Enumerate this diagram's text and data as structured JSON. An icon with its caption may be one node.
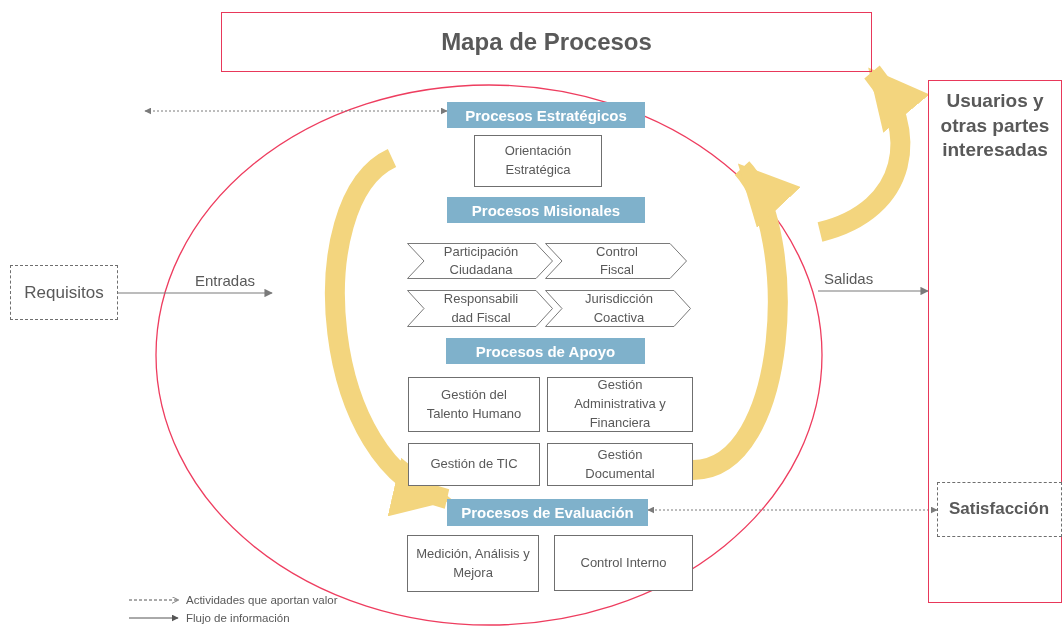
{
  "diagram": {
    "nodes": [
      {
        "text": [
          "Mapa de Procesos"
        ]
      },
      {
        "text": [
          "Procesos Estratégicos"
        ]
      },
      {
        "text": [
          "Orientación Estratégica"
        ]
      },
      {
        "text": [
          "Procesos Misionales"
        ]
      },
      {
        "text": [
          "Participación Ciudadana"
        ]
      },
      {
        "text": [
          "Control Fiscal"
        ]
      },
      {
        "text": [
          "Responsabili dad Fiscal"
        ]
      },
      {
        "text": [
          "Jurisdicción Coactiva"
        ]
      },
      {
        "text": [
          "Procesos de Apoyo"
        ]
      },
      {
        "text": [
          "Gestión del Talento Humano"
        ]
      },
      {
        "text": [
          "Gestión Administrativa y Financiera"
        ]
      },
      {
        "text": [
          "Gestión de TIC"
        ]
      },
      {
        "text": [
          "Gestión Documental"
        ]
      },
      {
        "text": [
          "Procesos de Evaluación"
        ]
      },
      {
        "text": [
          "Medición, Análisis y Mejora"
        ]
      },
      {
        "text": [
          "Control Interno"
        ]
      },
      {
        "text": [
          "Requisitos"
        ]
      },
      {
        "text": [
          "Usuarios y otras partes interesadas"
        ]
      },
      {
        "text": [
          "Satisfacción"
        ],
        "in": 17
      }
    ],
    "edges": [
      {
        "from": null,
        "to": 1,
        "arrow": "both",
        "style": "dashed"
      },
      {
        "from": 16,
        "to": null,
        "arrow": "to",
        "label": "Entradas"
      },
      {
        "from": null,
        "to": 17,
        "arrow": "to",
        "label": "Salidas"
      },
      {
        "from": 18,
        "to": 13,
        "arrow": "both",
        "style": "dashed"
      },
      {
        "from": null,
        "to": 13,
        "arrow": "to",
        "style": "thick",
        "color": "#f3d57e"
      },
      {
        "from": 12,
        "to": null,
        "arrow": "to",
        "style": "thick",
        "color": "#f3d57e"
      },
      {
        "from": null,
        "to": 0,
        "arrow": "to",
        "style": "thick",
        "color": "#f3d57e"
      }
    ],
    "legend": [
      {
        "text": "Actividades que aportan valor"
      },
      {
        "text": "Flujo de información"
      }
    ]
  }
}
